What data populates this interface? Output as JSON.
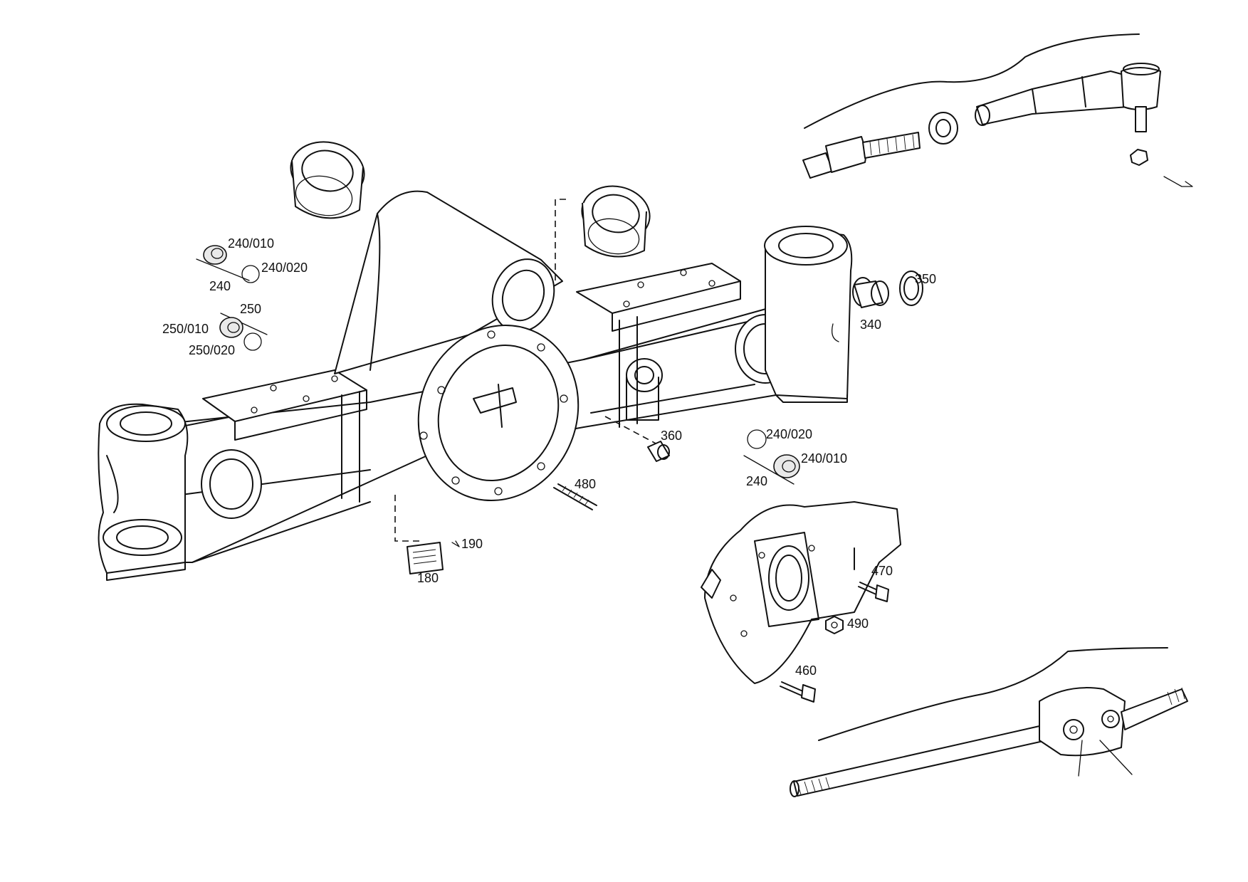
{
  "callouts": {
    "c240_010_a": "240/010",
    "c240_020_a": "240/020",
    "c240_a": "240",
    "c250": "250",
    "c250_010": "250/010",
    "c250_020": "250/020",
    "c350": "350",
    "c340": "340",
    "c360": "360",
    "c240_020_b": "240/020",
    "c240_010_b": "240/010",
    "c240_b": "240",
    "c480": "480",
    "c190": "190",
    "c180": "180",
    "c470": "470",
    "c490": "490",
    "c460": "460"
  }
}
